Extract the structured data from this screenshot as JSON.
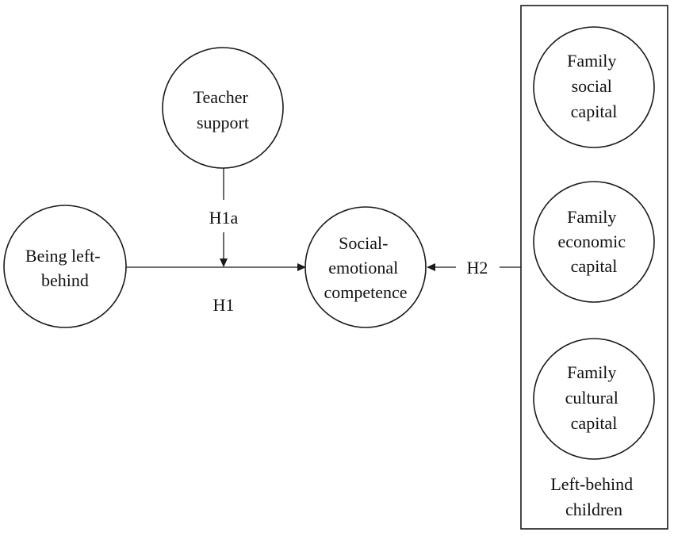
{
  "nodes": {
    "teacher_support": {
      "lines": [
        "Teacher",
        "support"
      ]
    },
    "being_left_behind": {
      "lines": [
        "Being left-",
        "behind"
      ]
    },
    "social_emotional": {
      "lines": [
        "Social-",
        "emotional",
        "competence"
      ]
    },
    "family_social": {
      "lines": [
        "Family",
        "social",
        "capital"
      ]
    },
    "family_economic": {
      "lines": [
        "Family",
        "economic",
        "capital"
      ]
    },
    "family_cultural": {
      "lines": [
        "Family",
        "cultural",
        "capital"
      ]
    }
  },
  "paths": {
    "h1": "H1",
    "h1a": "H1a",
    "h2": "H2"
  },
  "panel": {
    "lines": [
      "Left-behind",
      "children"
    ]
  }
}
